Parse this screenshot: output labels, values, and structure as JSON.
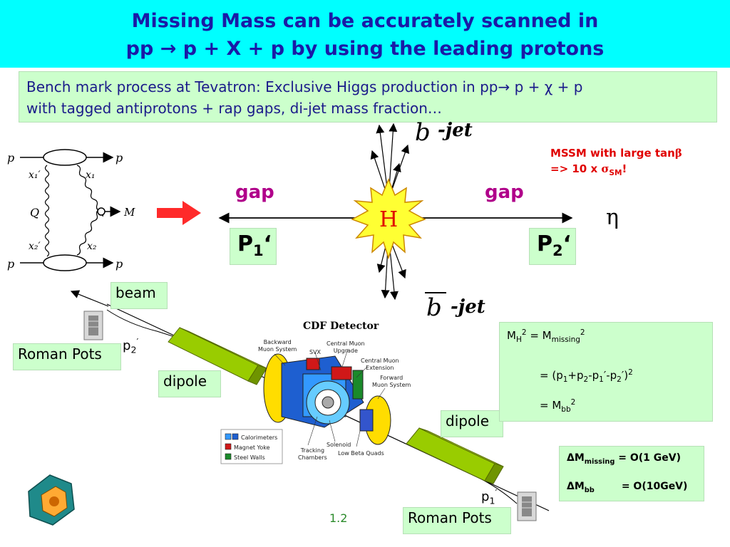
{
  "title": {
    "line1": "Missing Mass can be accurately scanned in",
    "line2": "pp → p + X + p by using the leading protons"
  },
  "bench": {
    "line1": "Bench mark process at Tevatron: Exclusive Higgs production in pp→ p + χ + p",
    "line2": "with tagged antiprotons + rap gaps, di-jet mass fraction…"
  },
  "feynman": {
    "p_top_left": "p",
    "p_top_right": "p",
    "p_bot_left": "p",
    "p_bot_right": "p",
    "x1p": "x₁′",
    "x1": "x₁",
    "x2p": "x₂′",
    "x2": "x₂",
    "Q": "Q",
    "M": "M"
  },
  "center": {
    "gap_left": "gap",
    "gap_right": "gap",
    "H": "H",
    "eta": "η",
    "b": "b",
    "jet_top": "-jet",
    "jet_bottom": "-jet",
    "P1": "P",
    "P1_sub": "1",
    "P1_prime": "‘",
    "P2": "P",
    "P2_sub": "2",
    "P2_prime": "‘"
  },
  "mssm": {
    "line1_prefix": "MSSM with large tan",
    "line1_beta": "β",
    "line2_prefix": "=> 10 x ",
    "sigma": "σ",
    "sub": "SM",
    "suffix": "!"
  },
  "labels": {
    "beam": "beam",
    "roman_pots": "Roman Pots",
    "dipole": "dipole",
    "p2": "p",
    "p2_sub": "2",
    "p2_prime": "′",
    "p1": "p",
    "p1_sub": "1",
    "p1_prime": "′",
    "page": "1.2"
  },
  "cdf": {
    "title": "CDF Detector",
    "backward_muon": [
      "Backward",
      "Muon System"
    ],
    "svx": "SVX",
    "central_muon_upgrade": [
      "Central Muon",
      "Upgrade"
    ],
    "central_muon_extension": [
      "Central Muon",
      "Extension"
    ],
    "forward_muon": [
      "Forward",
      "Muon System"
    ],
    "solenoid": "Solenoid",
    "tracking": [
      "Tracking",
      "Chambers"
    ],
    "low_beta": "Low Beta Quads",
    "legend": [
      "Calorimeters",
      "Magnet Yoke",
      "Steel Walls"
    ]
  },
  "mass_box": {
    "l1_M": "M",
    "l1_H": "H",
    "l1_sup": "2",
    "l1_eq": " = M",
    "l1_missing": "missing",
    "l1_sup2": "2",
    "l2": "= (p",
    "l2_1": "1",
    "l2_plus": "+p",
    "l2_2": "2",
    "l2_minus": "-p",
    "l2_1b": "1",
    "l2_prime": "′-p",
    "l2_2b": "2",
    "l2_close": "′)",
    "l2_sup": "2",
    "l3": "= M",
    "l3_sub": "bb",
    "l3_sup": "2"
  },
  "delta_box": {
    "r1_delta": "Δ",
    "r1_M": "M",
    "r1_sub": "missing",
    "r1_val": " = O(1 GeV)",
    "r2_delta": "Δ",
    "r2_M": "M",
    "r2_sub": "bb",
    "r2_val": "= O(10GeV)"
  },
  "colors": {
    "title_bg": "#00ffff",
    "title_text": "#1a1aa6",
    "box_bg": "#ccffcc",
    "gap": "#b0008a",
    "mssm": "#e00000",
    "arrow_red": "#ff2a2a",
    "dipole": "#99cc00",
    "page": "#2a8a2a"
  }
}
